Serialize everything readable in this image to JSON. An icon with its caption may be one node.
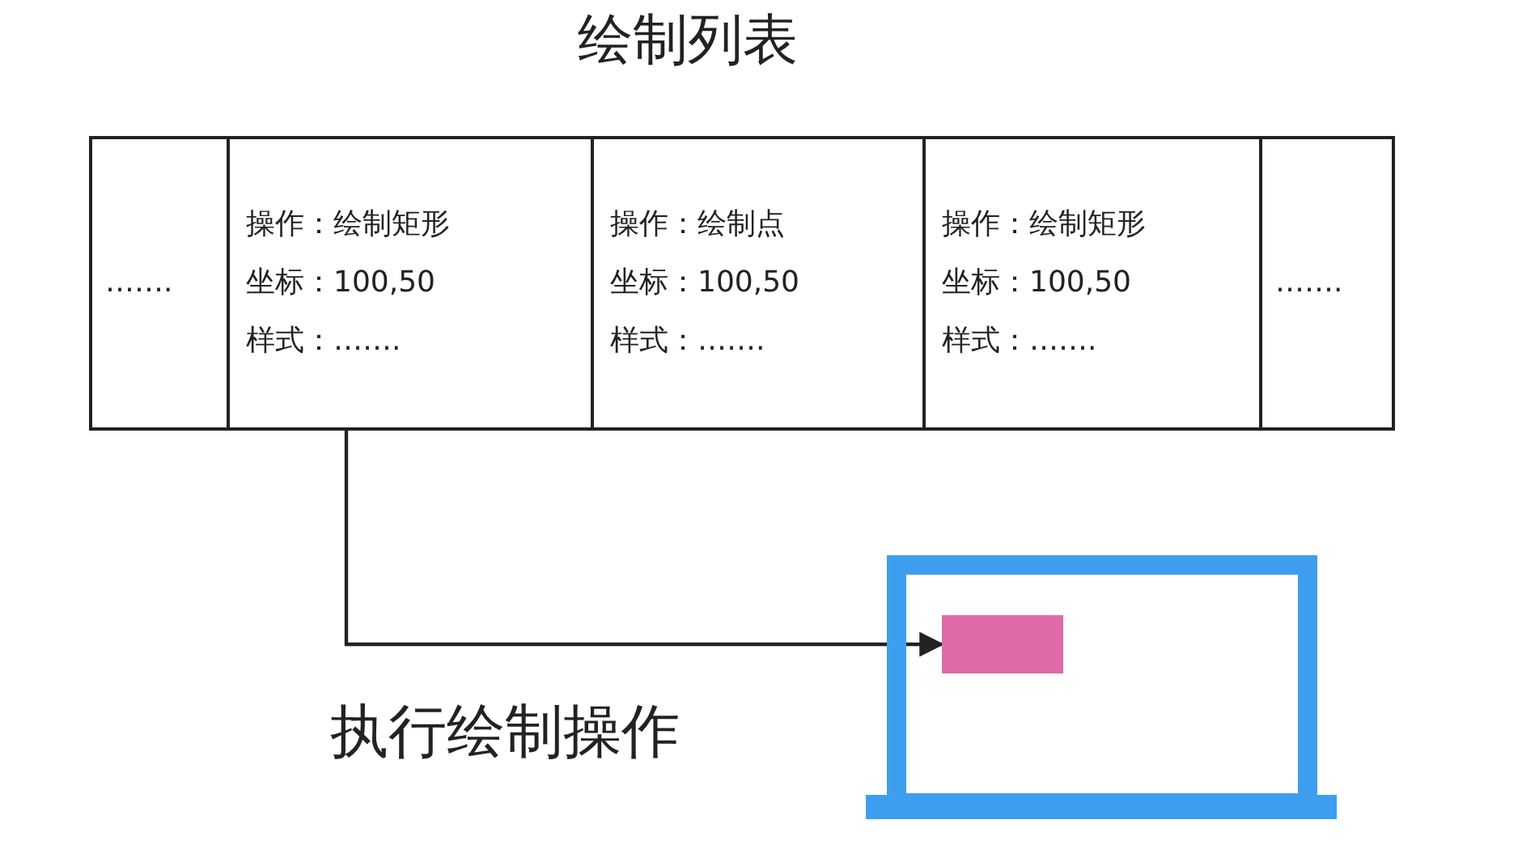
{
  "diagram": {
    "title": "绘制列表",
    "nodes": [
      {
        "text": [
          "……."
        ]
      },
      {
        "text": [
          "操作：绘制矩形",
          "坐标：100,50",
          "样式：……."
        ]
      },
      {
        "text": [
          "操作：绘制点",
          "坐标：100,50",
          "样式：……."
        ]
      },
      {
        "text": [
          "操作：绘制矩形",
          "坐标：100,50",
          "样式：……."
        ]
      },
      {
        "text": [
          "……."
        ]
      },
      {
        "text": [],
        "shape": "laptop"
      },
      {
        "text": [],
        "shape": "box",
        "in": 5
      }
    ],
    "edges": [
      {
        "from": 1,
        "to": 6,
        "arrow": "to",
        "label": "执行绘制操作"
      }
    ]
  }
}
